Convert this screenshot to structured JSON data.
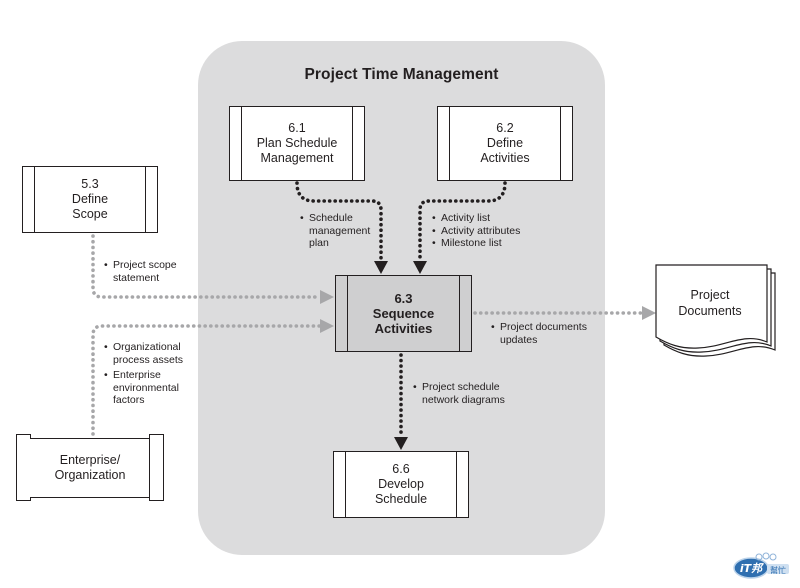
{
  "diagram": {
    "panel_title": "Project Time Management",
    "colors": {
      "panel": "#dcdcdd",
      "highlight_box": "#cfcfd0",
      "inner_arrow": "#231f20",
      "outer_arrow": "#a7a7a9",
      "logo_blue": "#2f6fb0"
    },
    "processes": {
      "p61": {
        "number": "6.1",
        "line1": "Plan Schedule",
        "line2": "Management"
      },
      "p62": {
        "number": "6.2",
        "line1": "Define",
        "line2": "Activities"
      },
      "p53": {
        "number": "5.3",
        "line1": "Define",
        "line2": "Scope"
      },
      "p63": {
        "number": "6.3",
        "line1": "Sequence",
        "line2": "Activities"
      },
      "p66": {
        "number": "6.6",
        "line1": "Develop",
        "line2": "Schedule"
      }
    },
    "enterprise": {
      "line1": "Enterprise/",
      "line2": "Organization"
    },
    "documents": {
      "line1": "Project",
      "line2": "Documents"
    },
    "flows": {
      "schedule_plan": [
        "Schedule",
        "management",
        "plan"
      ],
      "activities": [
        "Activity list",
        "Activity attributes",
        "Milestone list"
      ],
      "scope": [
        "Project scope",
        "statement"
      ],
      "enterprise": {
        "item1": [
          "Organizational",
          "process assets"
        ],
        "item2": [
          "Enterprise",
          "environmental",
          "factors"
        ]
      },
      "doc_updates": [
        "Project documents",
        "updates"
      ],
      "network": [
        "Project schedule",
        "network diagrams"
      ]
    },
    "watermark": {
      "logo_text": "iT邦",
      "tag": "幫忙"
    }
  }
}
